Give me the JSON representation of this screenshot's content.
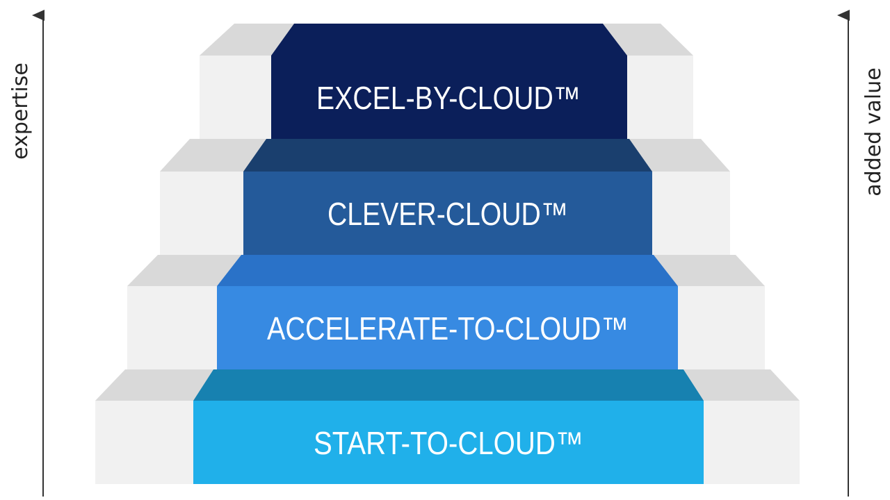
{
  "axes": {
    "left_label": "expertise",
    "right_label": "added value"
  },
  "steps": [
    {
      "label": "START-TO-CLOUD™",
      "face_color": "#20b0ea",
      "top_color": "#1781b0"
    },
    {
      "label": "ACCELERATE-TO-CLOUD™",
      "face_color": "#378ae2",
      "top_color": "#2a72c8"
    },
    {
      "label": "CLEVER-CLOUD™",
      "face_color": "#245a9a",
      "top_color": "#1a3f6e"
    },
    {
      "label": "EXCEL-BY-CLOUD™",
      "face_color": "#0b1f5a",
      "top_color": "#0b1f5a"
    }
  ],
  "colors": {
    "gray_face": "#f1f1f1",
    "gray_top": "#d9d9d9",
    "arrow": "#333333"
  }
}
